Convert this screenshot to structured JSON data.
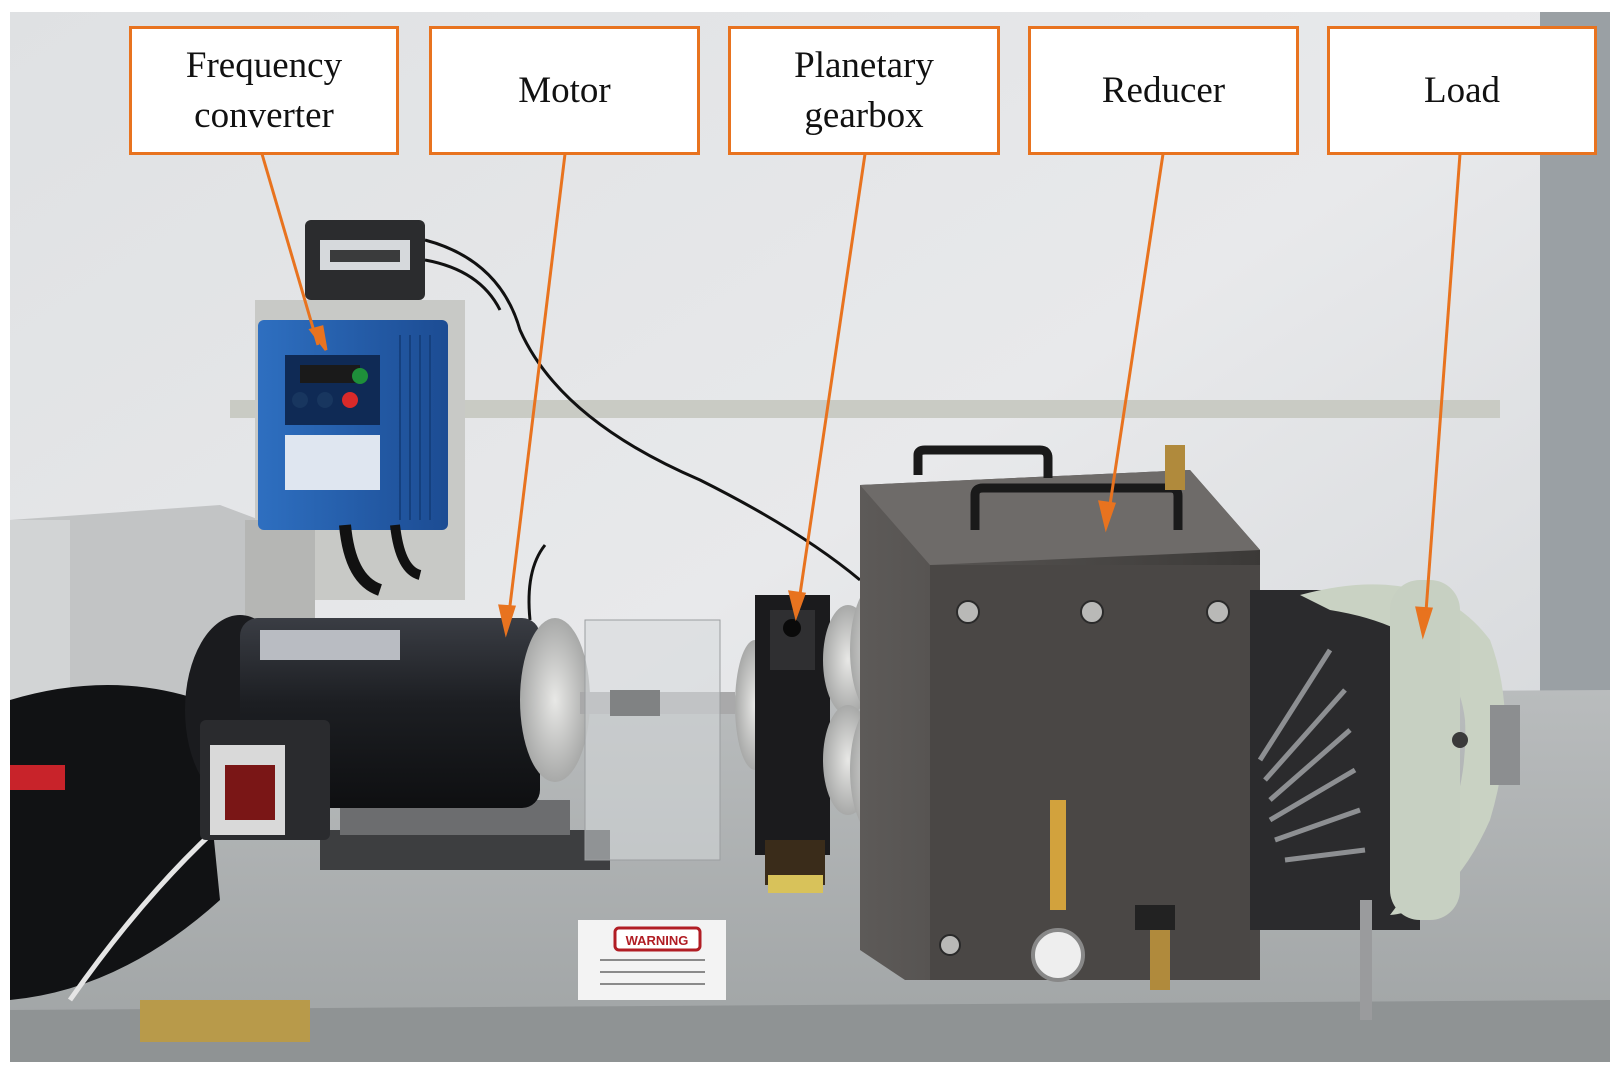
{
  "figure": {
    "labels": [
      {
        "id": "frequency-converter",
        "text": "Frequency\nconverter"
      },
      {
        "id": "motor",
        "text": "Motor"
      },
      {
        "id": "planetary-gearbox",
        "text": "Planetary\ngearbox"
      },
      {
        "id": "reducer",
        "text": "Reducer"
      },
      {
        "id": "load",
        "text": "Load"
      }
    ],
    "warning_sign": "WARNING",
    "colors": {
      "callout": "#e8731f",
      "label_text": "#111111",
      "label_bg": "#ffffff"
    }
  }
}
